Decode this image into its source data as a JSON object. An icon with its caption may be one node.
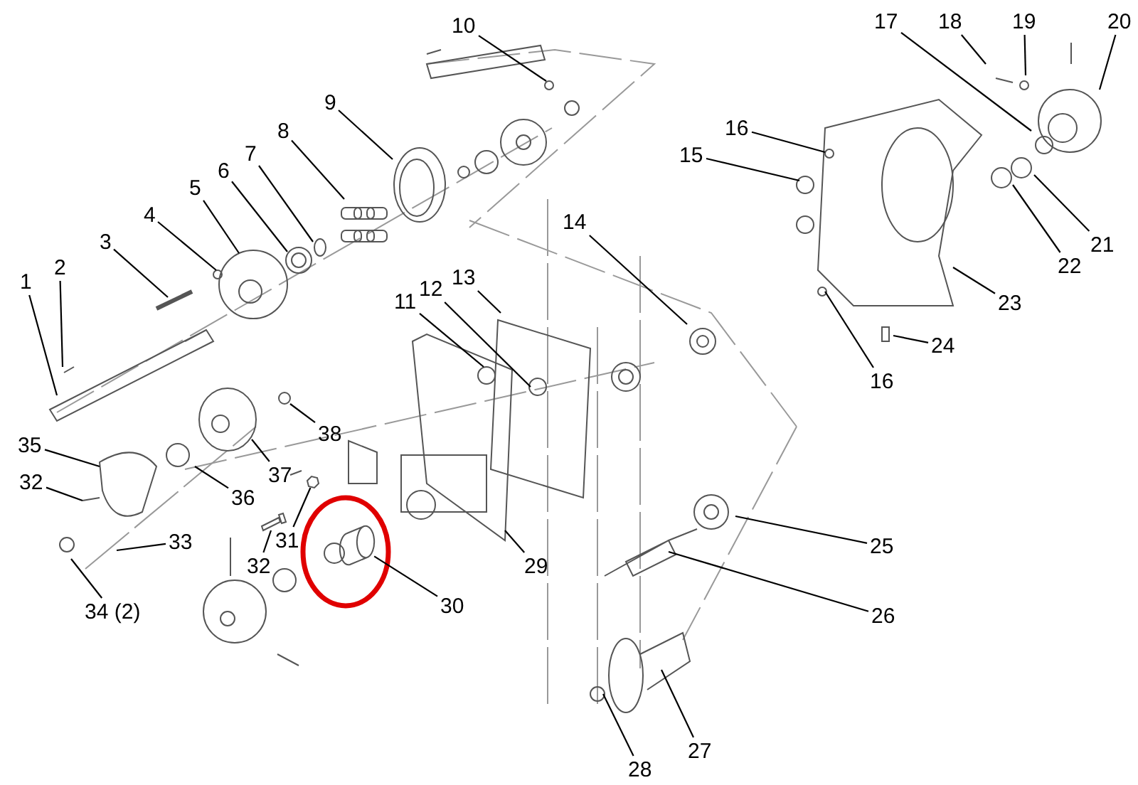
{
  "diagram": {
    "nodes": [
      {
        "text": [
          "1"
        ]
      },
      {
        "text": [
          "2"
        ]
      },
      {
        "text": [
          "3"
        ]
      },
      {
        "text": [
          "4"
        ]
      },
      {
        "text": [
          "5"
        ]
      },
      {
        "text": [
          "6"
        ]
      },
      {
        "text": [
          "7"
        ]
      },
      {
        "text": [
          "8"
        ]
      },
      {
        "text": [
          "9"
        ]
      },
      {
        "text": [
          "10"
        ]
      },
      {
        "text": [
          "11"
        ]
      },
      {
        "text": [
          "12"
        ]
      },
      {
        "text": [
          "13"
        ]
      },
      {
        "text": [
          "14"
        ]
      },
      {
        "text": [
          "15"
        ]
      },
      {
        "text": [
          "16"
        ]
      },
      {
        "text": [
          "16"
        ]
      },
      {
        "text": [
          "17"
        ]
      },
      {
        "text": [
          "18"
        ]
      },
      {
        "text": [
          "19"
        ]
      },
      {
        "text": [
          "20"
        ]
      },
      {
        "text": [
          "21"
        ]
      },
      {
        "text": [
          "22"
        ]
      },
      {
        "text": [
          "23"
        ]
      },
      {
        "text": [
          "24"
        ]
      },
      {
        "text": [
          "25"
        ]
      },
      {
        "text": [
          "26"
        ]
      },
      {
        "text": [
          "27"
        ]
      },
      {
        "text": [
          "28"
        ]
      },
      {
        "text": [
          "29"
        ]
      },
      {
        "text": [
          "30"
        ]
      },
      {
        "text": [
          "31"
        ]
      },
      {
        "text": [
          "32"
        ]
      },
      {
        "text": [
          "32"
        ]
      },
      {
        "text": [
          "33"
        ]
      },
      {
        "text": [
          "34 (2)"
        ]
      },
      {
        "text": [
          "35"
        ]
      },
      {
        "text": [
          "36"
        ]
      },
      {
        "text": [
          "37"
        ]
      },
      {
        "text": [
          "38"
        ]
      },
      {
        "text": [],
        "shape": "picture"
      },
      {
        "text": [],
        "shape": "picture"
      },
      {
        "text": [],
        "shape": "picture"
      }
    ],
    "edges": [
      {
        "from": 0,
        "to": null,
        "arrow": "none"
      },
      {
        "from": 1,
        "to": null,
        "arrow": "none"
      },
      {
        "from": 2,
        "to": null,
        "arrow": "none"
      },
      {
        "from": 3,
        "to": null,
        "arrow": "none"
      },
      {
        "from": 4,
        "to": null,
        "arrow": "none"
      },
      {
        "from": 5,
        "to": null,
        "arrow": "none"
      },
      {
        "from": 6,
        "to": null,
        "arrow": "none"
      },
      {
        "from": 7,
        "to": null,
        "arrow": "none"
      },
      {
        "from": 8,
        "to": null,
        "arrow": "none"
      },
      {
        "from": 9,
        "to": null,
        "arrow": "none"
      },
      {
        "from": 10,
        "to": null,
        "arrow": "none"
      },
      {
        "from": 11,
        "to": null,
        "arrow": "none"
      },
      {
        "from": 12,
        "to": null,
        "arrow": "none"
      },
      {
        "from": 13,
        "to": null,
        "arrow": "none"
      },
      {
        "from": 14,
        "to": null,
        "arrow": "none"
      },
      {
        "from": 15,
        "to": null,
        "arrow": "none"
      },
      {
        "from": 16,
        "to": null,
        "arrow": "none"
      },
      {
        "from": 17,
        "to": null,
        "arrow": "none"
      },
      {
        "from": 18,
        "to": null,
        "arrow": "none"
      },
      {
        "from": 19,
        "to": null,
        "arrow": "none"
      },
      {
        "from": 20,
        "to": null,
        "arrow": "none"
      },
      {
        "from": 21,
        "to": null,
        "arrow": "none"
      },
      {
        "from": 22,
        "to": null,
        "arrow": "none"
      },
      {
        "from": 23,
        "to": null,
        "arrow": "none"
      },
      {
        "from": 24,
        "to": null,
        "arrow": "none"
      },
      {
        "from": 25,
        "to": null,
        "arrow": "none"
      },
      {
        "from": 26,
        "to": null,
        "arrow": "none"
      },
      {
        "from": 27,
        "to": null,
        "arrow": "none"
      },
      {
        "from": 28,
        "to": null,
        "arrow": "none"
      },
      {
        "from": 29,
        "to": null,
        "arrow": "none"
      },
      {
        "from": 30,
        "to": 40,
        "arrow": "none"
      },
      {
        "from": 31,
        "to": 42,
        "arrow": "none"
      },
      {
        "from": 32,
        "to": null,
        "arrow": "none"
      },
      {
        "from": 33,
        "to": 41,
        "arrow": "none"
      },
      {
        "from": 34,
        "to": null,
        "arrow": "none"
      },
      {
        "from": 35,
        "to": null,
        "arrow": "none"
      },
      {
        "from": 36,
        "to": null,
        "arrow": "none"
      },
      {
        "from": 37,
        "to": null,
        "arrow": "none"
      },
      {
        "from": 38,
        "to": null,
        "arrow": "none"
      },
      {
        "from": 39,
        "to": null,
        "arrow": "none"
      }
    ]
  }
}
